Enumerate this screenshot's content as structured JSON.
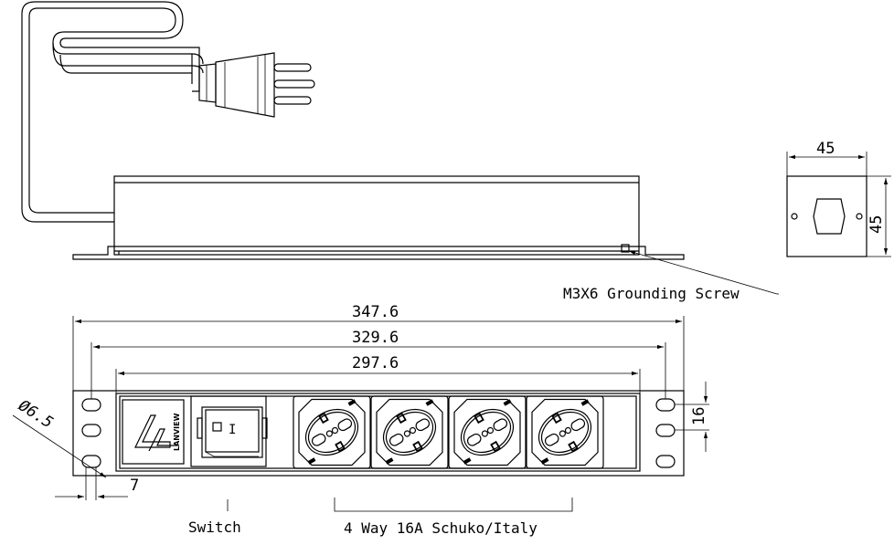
{
  "annotations": {
    "grounding_screw": "M3X6 Grounding Screw",
    "switch": "Switch",
    "outlets": "4 Way 16A Schuko/Italy"
  },
  "dimensions": {
    "overall_length": "347.6",
    "mount_hole_pitch": "329.6",
    "body_length": "297.6",
    "hole_diameter": "Ø6.5",
    "hole_offset": "7",
    "slot_spacing": "16",
    "end_width": "45",
    "end_height": "45"
  },
  "logo": {
    "brand": "LANVIEW"
  },
  "switch": {
    "symbol": "I"
  },
  "outlets": {
    "count": 4
  }
}
